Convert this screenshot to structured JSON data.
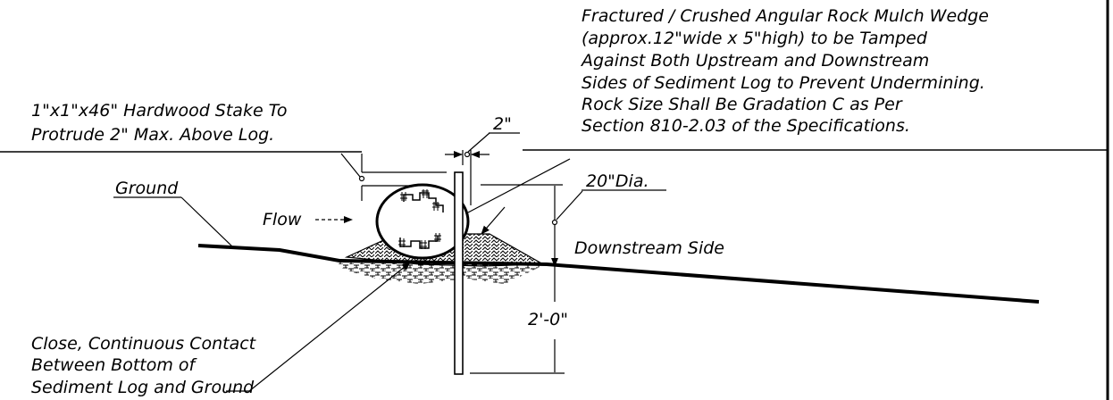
{
  "notes": {
    "rock_mulch": [
      "Fractured / Crushed Angular Rock Mulch Wedge",
      "(approx.12\"wide x 5\"high) to be Tamped",
      "Against Both Upstream and Downstream",
      "Sides of Sediment Log to Prevent Undermining.",
      "Rock Size Shall Be Gradation C as Per",
      "Section 810-2.03 of the Specifications."
    ],
    "stake": [
      "1\"x1\"x46\" Hardwood Stake To",
      "Protrude 2\" Max. Above Log."
    ],
    "contact": [
      "Close, Continuous Contact",
      "Between Bottom of",
      "Sediment Log and Ground"
    ]
  },
  "labels": {
    "two_inch": "2\"",
    "ground": "Ground",
    "flow": "Flow",
    "diameter": "20\"Dia.",
    "downstream": "Downstream Side",
    "depth": "2'-0\""
  }
}
